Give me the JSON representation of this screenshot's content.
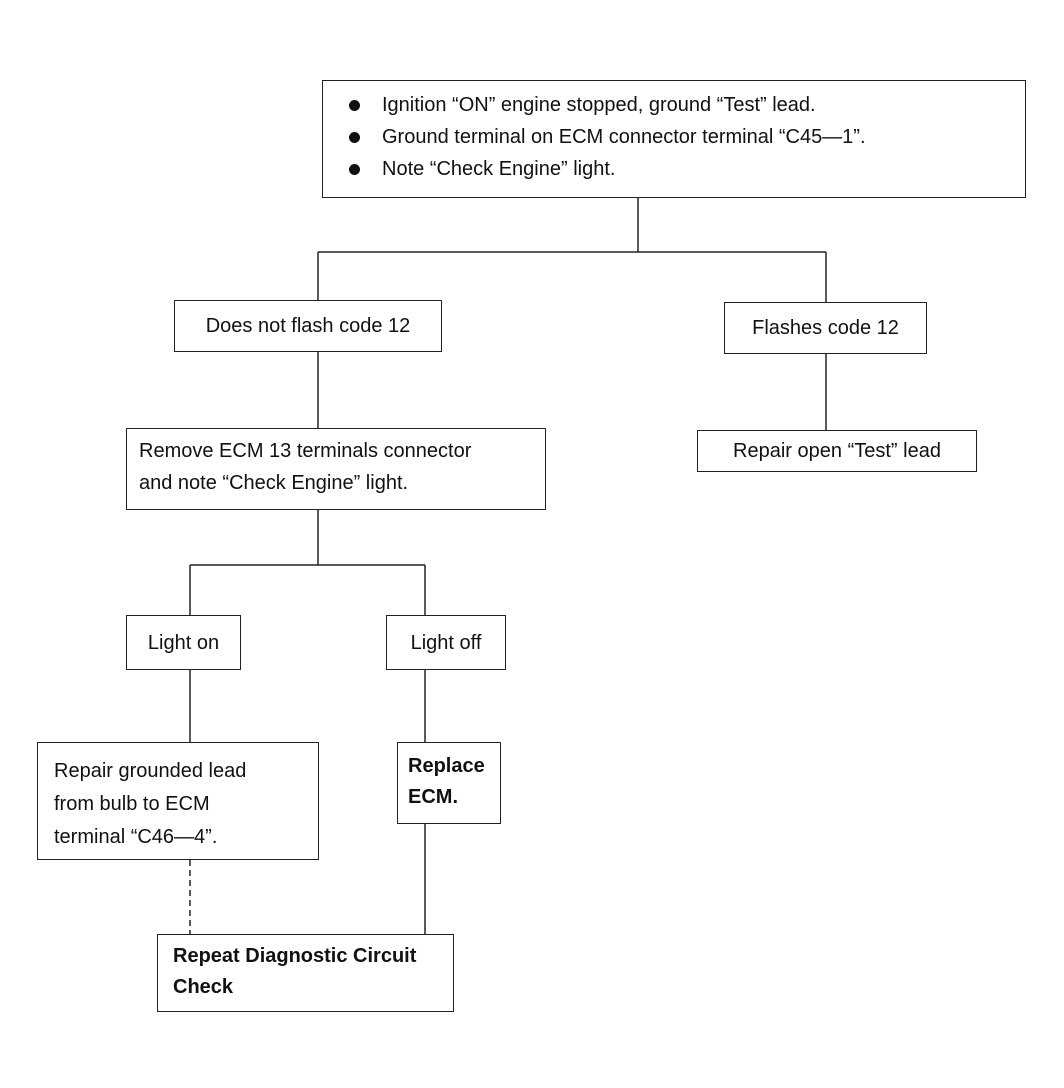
{
  "start_box": {
    "items": [
      "Ignition “ON” engine stopped, ground “Test” lead.",
      "Ground terminal on ECM connector terminal “C45—1”.",
      "Note “Check Engine” light."
    ]
  },
  "branch_no_flash": {
    "label": "Does not flash code 12"
  },
  "branch_flash": {
    "label": "Flashes code  12"
  },
  "repair_test_lead": {
    "label": "Repair open “Test” lead"
  },
  "remove_ecm": {
    "lines": [
      "Remove ECM 13 terminals connector",
      "and note “Check Engine” light."
    ]
  },
  "light_on": {
    "label": "Light on"
  },
  "light_off": {
    "label": "Light off"
  },
  "repair_grounded": {
    "lines": [
      "Repair grounded lead",
      "from bulb to ECM",
      "terminal “C46—4”."
    ]
  },
  "replace_ecm": {
    "lines": [
      "Replace",
      "ECM."
    ]
  },
  "repeat_check": {
    "lines": [
      "Repeat Diagnostic Circuit",
      "Check"
    ]
  }
}
